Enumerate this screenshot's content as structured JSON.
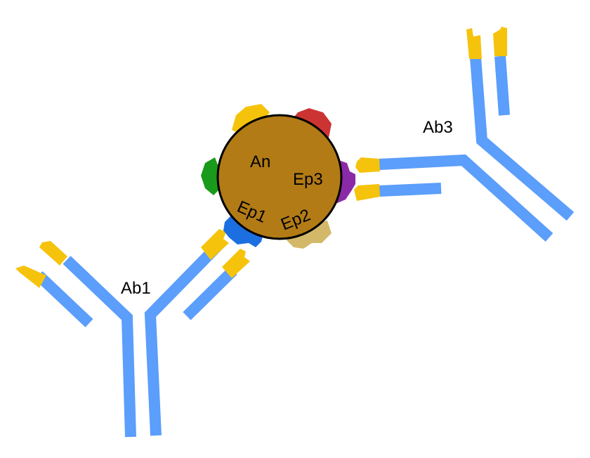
{
  "colors": {
    "background": "#ffffff",
    "antigen": "#b27b16",
    "antigen_outline": "#000000",
    "antibody_constant": "#5b9efb",
    "antibody_variable": "#f5c30c",
    "epitope_top_yellow": "#f5c30c",
    "epitope_top_red": "#cc3333",
    "epitope_left_green": "#1a9a1a",
    "epitope_ep1": "#1c6fe0",
    "epitope_ep2": "#d4b86a",
    "epitope_ep3": "#8a2aa8"
  },
  "labels": {
    "antigen": "An",
    "epitope1": "Ep1",
    "epitope2": "Ep2",
    "epitope3": "Ep3",
    "antibody1": "Ab1",
    "antibody3": "Ab3"
  }
}
